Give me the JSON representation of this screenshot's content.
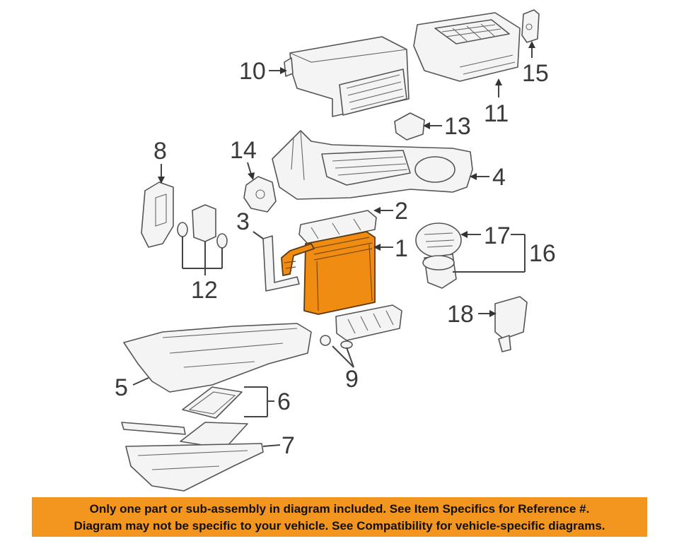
{
  "callouts": {
    "c1": "1",
    "c2": "2",
    "c3": "3",
    "c4": "4",
    "c5": "5",
    "c6": "6",
    "c7": "7",
    "c8": "8",
    "c9": "9",
    "c10": "10",
    "c11": "11",
    "c12": "12",
    "c13": "13",
    "c14": "14",
    "c15": "15",
    "c16": "16",
    "c17": "17",
    "c18": "18"
  },
  "highlight_color": "#f08c12",
  "banner": {
    "line1": "Only one part or sub-assembly in diagram included. See Item Specifics for Reference #.",
    "line2": "Diagram may not be specific to your vehicle. See Compatibility for vehicle-specific diagrams.",
    "color": "#f3961f"
  }
}
